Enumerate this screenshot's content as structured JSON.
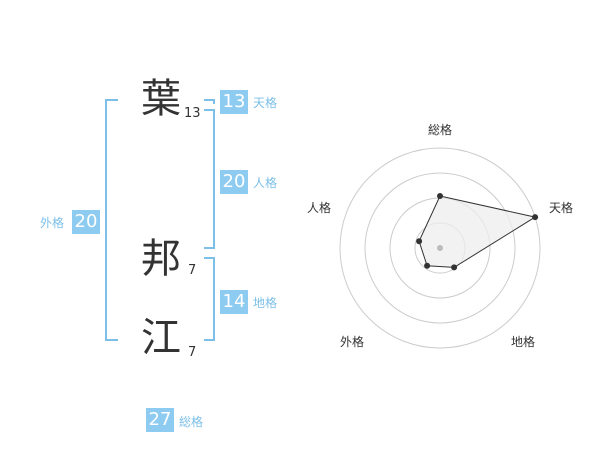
{
  "name": [
    {
      "char": "葉",
      "strokes": "13"
    },
    {
      "char": "邦",
      "strokes": "7"
    },
    {
      "char": "江",
      "strokes": "7"
    }
  ],
  "grid": {
    "tenkaku": {
      "value": "13",
      "label": "天格"
    },
    "jinkaku": {
      "value": "20",
      "label": "人格"
    },
    "chikaku": {
      "value": "14",
      "label": "地格"
    },
    "gaikaku": {
      "value": "20",
      "label": "外格"
    },
    "soukaku": {
      "value": "27",
      "label": "総格"
    }
  },
  "chart_data": {
    "type": "radar",
    "axes": [
      "総格",
      "天格",
      "地格",
      "外格",
      "人格"
    ],
    "values": [
      2.6,
      5.0,
      1.2,
      1.1,
      1.1
    ],
    "range": [
      0,
      5
    ],
    "rings": 4
  },
  "colors": {
    "accent": "#8ecbf1",
    "bracket": "#7cbfe8",
    "text": "#333333",
    "grid": "#cccccc",
    "fill": "#eeeeee"
  }
}
